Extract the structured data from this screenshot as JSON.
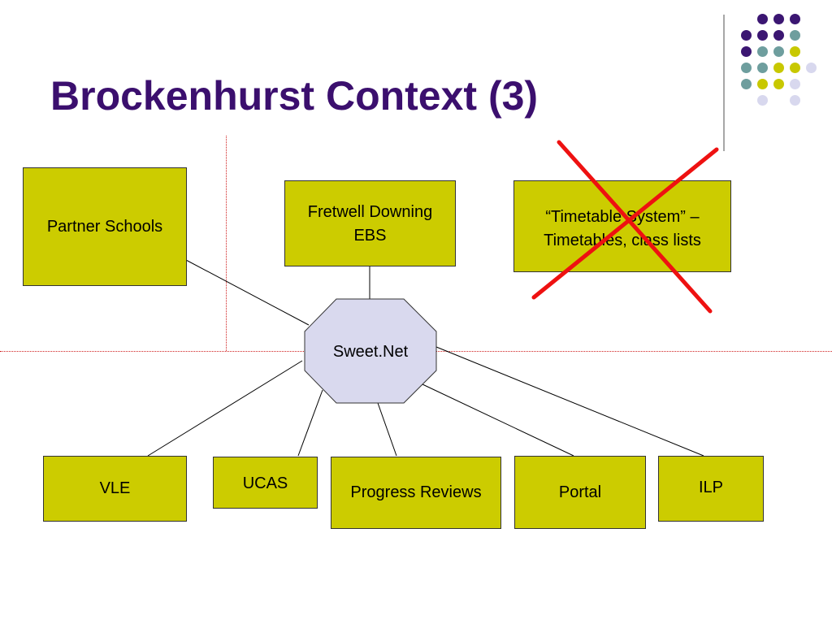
{
  "slide": {
    "title": "Brockenhurst Context (3)"
  },
  "colors": {
    "title": "#3b0f6e",
    "box_fill": "#cccc00",
    "hub_fill": "#d9d9ee",
    "cross": "#ee1111",
    "dot_purple": "#3b1672",
    "dot_teal": "#6e9e9e",
    "dot_yellow": "#c8c800",
    "dot_lavender": "#d8d8ee"
  },
  "diagram": {
    "hub": "Sweet.Net",
    "partner_schools": "Partner Schools",
    "fretwell": {
      "line1": "Fretwell Downing",
      "line2": "EBS"
    },
    "timetable": {
      "line1": "“Timetable System” –",
      "line2": "Timetables, class lists",
      "status": "crossed-out"
    },
    "vle": "VLE",
    "ucas": "UCAS",
    "progress_reviews": "Progress Reviews",
    "portal": "Portal",
    "ilp": "ILP"
  }
}
